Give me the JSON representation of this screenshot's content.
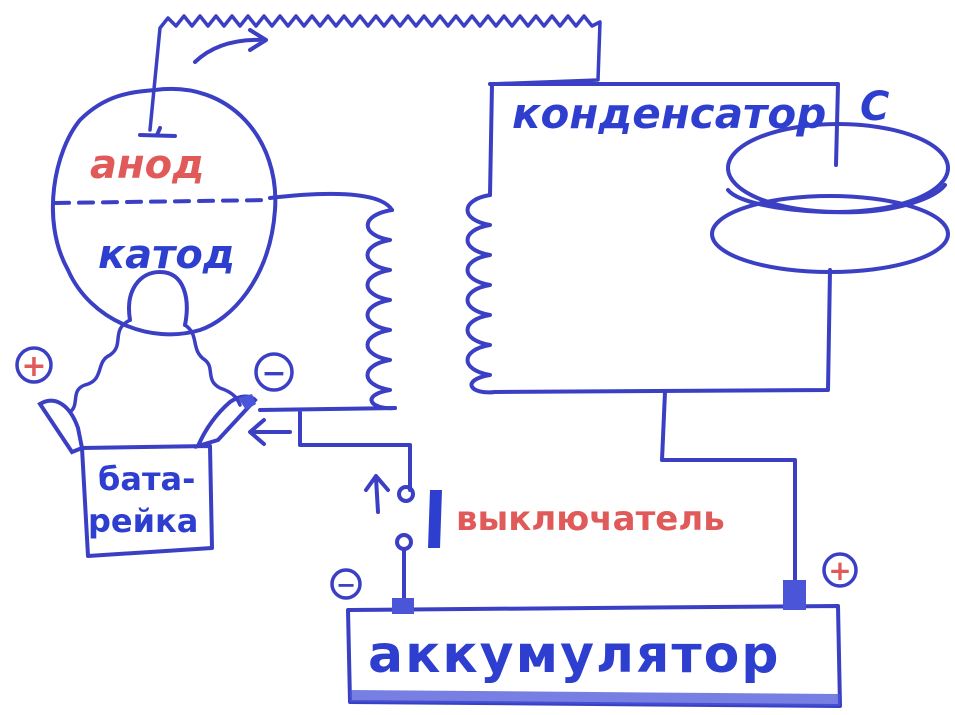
{
  "labels": {
    "anode": "анод",
    "cathode": "катод",
    "capacitor": "конденсатор",
    "capacitor_symbol": "С",
    "battery_line1": "бата-",
    "battery_line2": "рейка",
    "switch": "выключатель",
    "accumulator": "аккумулятор",
    "plus": "+",
    "minus": "−"
  },
  "colors": {
    "wire": "#3a3fc4",
    "label_blue": "#2e3fd0",
    "label_red": "#e05a5a",
    "terminal_fill": "#4a55d8"
  }
}
